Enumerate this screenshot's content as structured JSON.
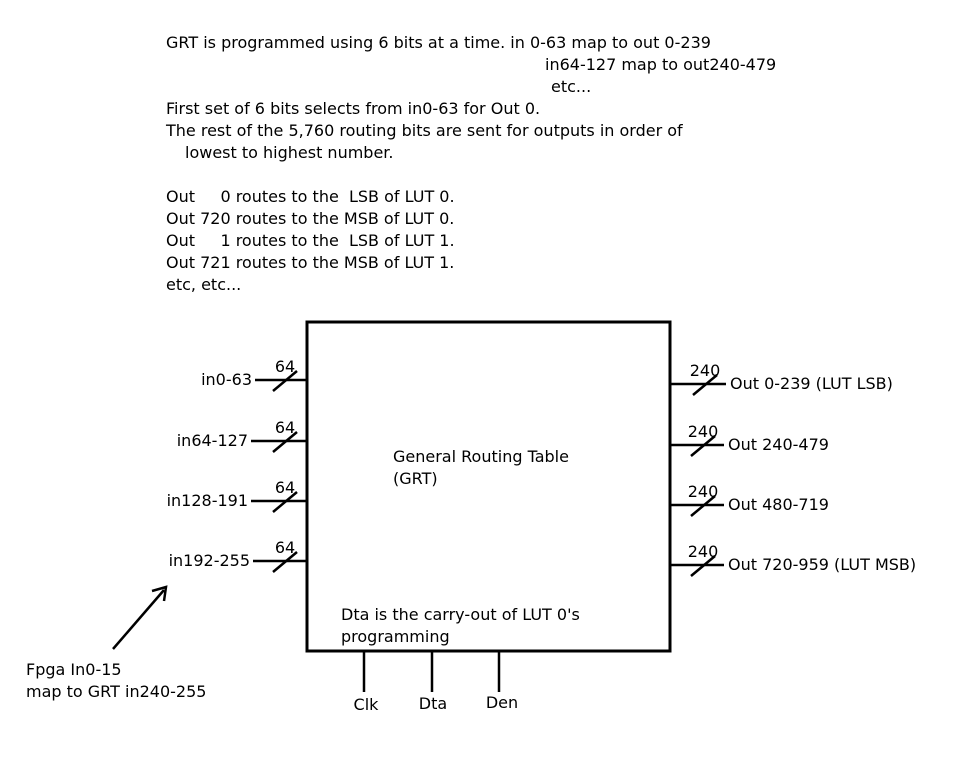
{
  "notes": {
    "line1": "GRT is programmed using 6 bits at a time. in 0-63 map to out 0-239",
    "line2": "in64-127 map to out240-479",
    "line3": "etc...",
    "line4": "First set of 6 bits selects from in0-63 for Out 0.",
    "line5": "The rest of the 5,760 routing bits are sent for outputs in order of",
    "line6": "lowest to highest number.",
    "route1": "Out     0 routes to the  LSB of LUT 0.",
    "route2": "Out 720 routes to the MSB of LUT 0.",
    "route3": "Out     1 routes to the  LSB of LUT 1.",
    "route4": "Out 721 routes to the MSB of LUT 1.",
    "route5": "etc, etc..."
  },
  "block": {
    "title_line1": "General Routing Table",
    "title_line2": "(GRT)",
    "note_line1": "Dta is the carry-out of LUT 0's",
    "note_line2": "programming"
  },
  "inputs": [
    {
      "label": "in0-63",
      "width": "64"
    },
    {
      "label": "in64-127",
      "width": "64"
    },
    {
      "label": "in128-191",
      "width": "64"
    },
    {
      "label": "in192-255",
      "width": "64"
    }
  ],
  "outputs": [
    {
      "label": "Out 0-239 (LUT LSB)",
      "width": "240"
    },
    {
      "label": "Out 240-479",
      "width": "240"
    },
    {
      "label": "Out 480-719",
      "width": "240"
    },
    {
      "label": "Out 720-959 (LUT MSB)",
      "width": "240"
    }
  ],
  "bottom_pins": [
    "Clk",
    "Dta",
    "Den"
  ],
  "annotation": {
    "line1": "Fpga In0-15",
    "line2": "map to GRT in240-255"
  }
}
